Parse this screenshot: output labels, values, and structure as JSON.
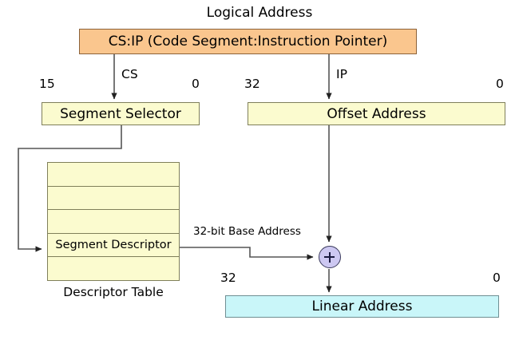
{
  "diagram": {
    "title": "Logical Address",
    "logical_address_box": "CS:IP (Code Segment:Instruction Pointer)",
    "branch_labels": {
      "cs": "CS",
      "ip": "IP"
    },
    "segment_selector": {
      "label": "Segment Selector",
      "msb": "15",
      "lsb": "0"
    },
    "offset_address": {
      "label": "Offset Address",
      "msb": "32",
      "lsb": "0"
    },
    "descriptor_table": {
      "caption": "Descriptor Table",
      "rows": [
        "",
        "",
        "",
        "Segment Descriptor",
        ""
      ]
    },
    "base_address_label": "32-bit Base Address",
    "adder": {
      "symbol": "+"
    },
    "linear_address": {
      "label": "Linear Address",
      "msb": "32",
      "lsb": "0"
    },
    "colors": {
      "logical_address_fill": "#fac68e",
      "selector_fill": "#fbfbcf",
      "offset_fill": "#fbfbcf",
      "table_fill": "#fbfbcf",
      "adder_fill": "#cdc8f2",
      "linear_fill": "#c9f6f9",
      "wire": "#555555"
    }
  }
}
